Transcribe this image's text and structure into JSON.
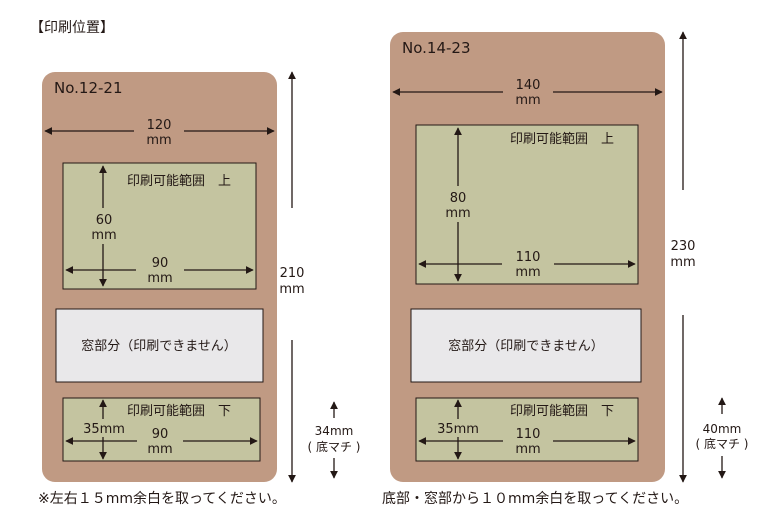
{
  "page_title": "【印刷位置】",
  "footnote_left": "※左右１５mm余白を取ってください。",
  "footnote_right": "底部・窓部から１０mm余白を取ってください。",
  "colors": {
    "bag": "#c09a83",
    "print_area": "#c4c4a0",
    "window": "#e9e8ea",
    "stroke": "#231815"
  },
  "bags": [
    {
      "model": "No.12-21",
      "width_value": "120",
      "height_value": "210",
      "unit": "mm",
      "top_area": {
        "label": "印刷可能範囲　上",
        "width_value": "90",
        "height_value": "60",
        "unit": "mm"
      },
      "window_label": "窓部分（印刷できません）",
      "bottom_area": {
        "label": "印刷可能範囲　下",
        "width_value": "90",
        "height_text": "35mm",
        "unit": "mm"
      },
      "gusset_value": "34mm",
      "gusset_label": "( 底マチ )"
    },
    {
      "model": "No.14-23",
      "width_value": "140",
      "height_value": "230",
      "unit": "mm",
      "top_area": {
        "label": "印刷可能範囲　上",
        "width_value": "110",
        "height_value": "80",
        "unit": "mm"
      },
      "window_label": "窓部分（印刷できません）",
      "bottom_area": {
        "label": "印刷可能範囲　下",
        "width_value": "110",
        "height_text": "35mm",
        "unit": "mm"
      },
      "gusset_value": "40mm",
      "gusset_label": "( 底マチ )"
    }
  ]
}
